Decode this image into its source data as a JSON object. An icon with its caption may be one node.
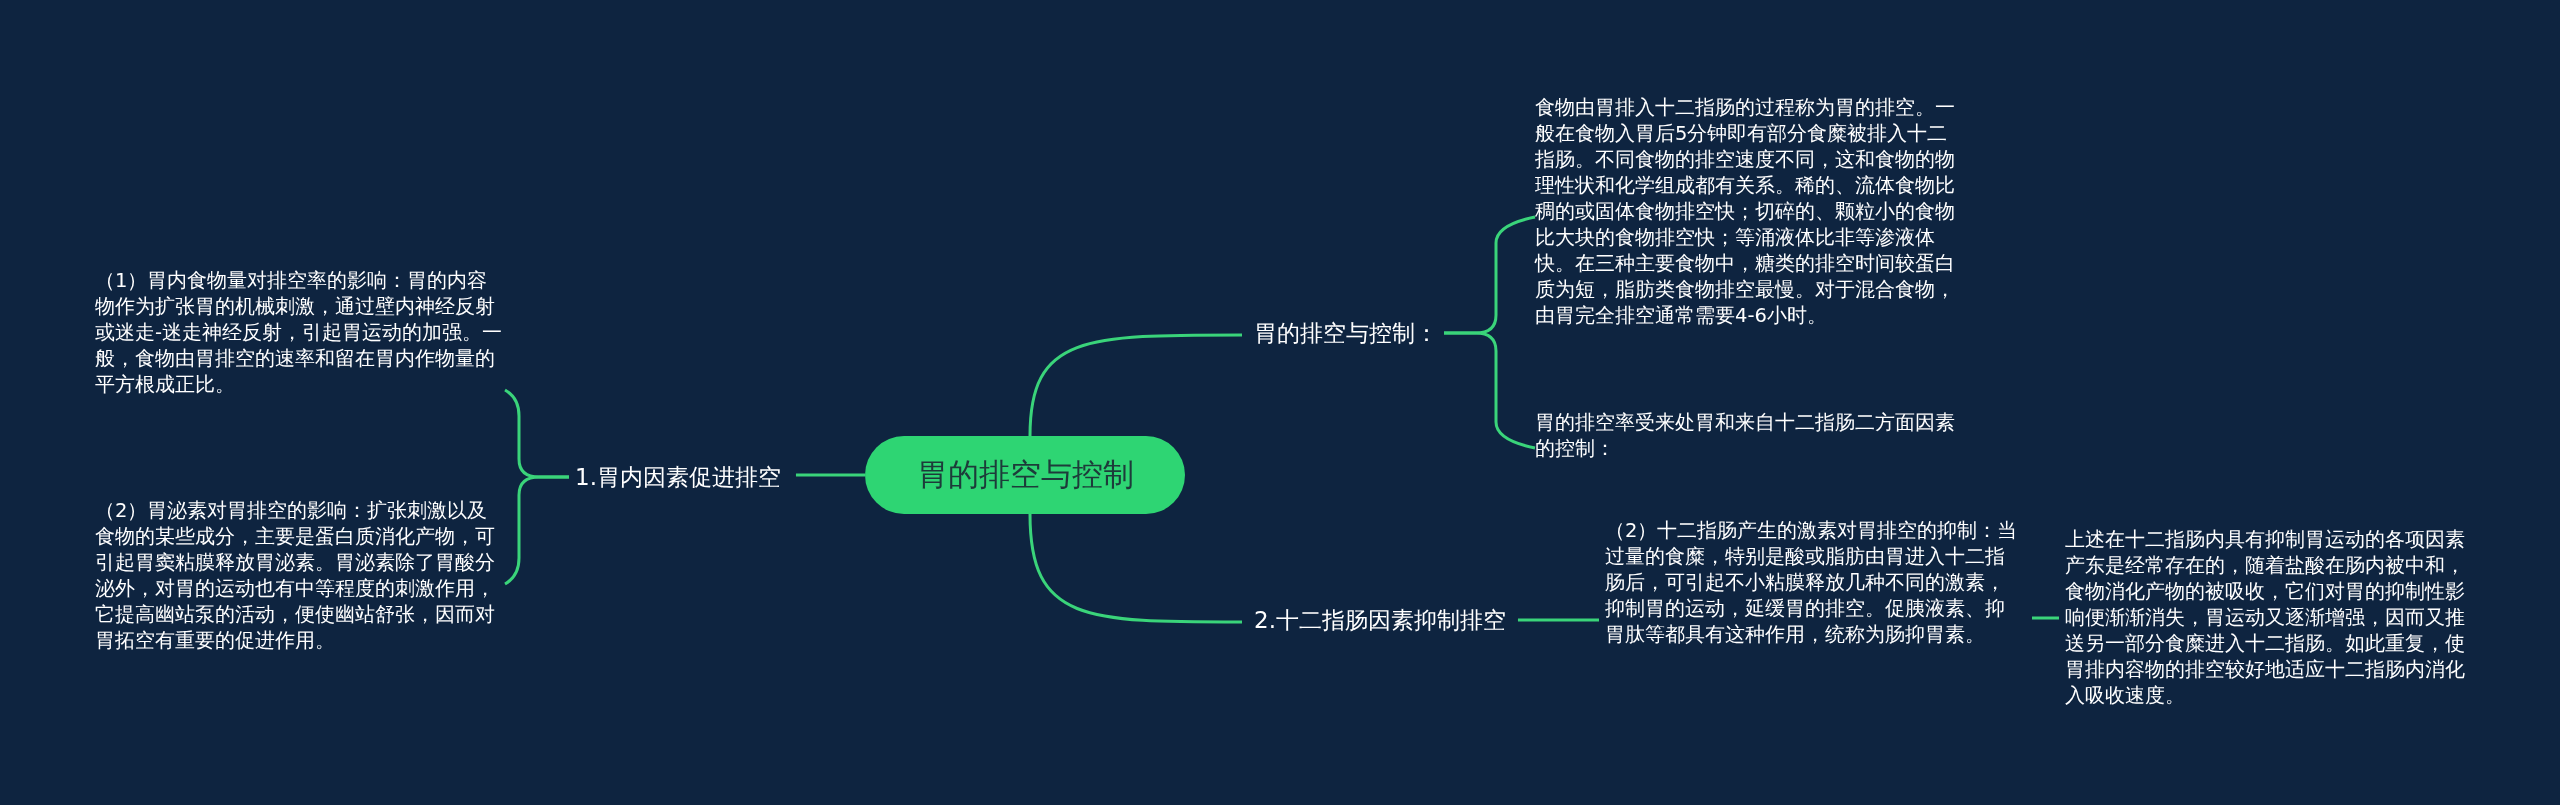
{
  "diagram": {
    "nodes": [
      {
        "text": [
          "胃的排空与控制"
        ]
      },
      {
        "text": [
          "胃的排空与控制："
        ]
      },
      {
        "text": [
          "食物由胃排入十二指肠的过程称为胃的排空。一般在食物入胃后5分钟即有部分食糜被排入十二指肠。不同食物的排空速度不同，这和食物的物理性状和化学组成都有关系。稀的、流体食物比稠的或固体食物排空快；切碎的、颗粒小的食物比大块的食物排空快；等涌液体比非等渗液体快。在三种主要食物中，糖类的排空时间较蛋白质为短，脂肪类食物排空最慢。对于混合食物，由胃完全排空通常需要4-6小时。"
        ]
      },
      {
        "text": [
          "胃的排空率受来处胃和来自十二指肠二方面因素的控制："
        ]
      },
      {
        "text": [
          "1.胃内因素促进排空"
        ]
      },
      {
        "text": [
          "（1）胃内食物量对排空率的影响：胃的内容物作为扩张胃的机械刺激，通过壁内神经反射或迷走-迷走神经反射，引起胃运动的加强。一般，食物由胃排空的速率和留在胃内作物量的平方根成正比。"
        ]
      },
      {
        "text": [
          "（2）胃泌素对胃排空的影响：扩张刺激以及食物的某些成分，主要是蛋白质消化产物，可引起胃窦粘膜释放胃泌素。胃泌素除了胃酸分泌外，对胃的运动也有中等程度的刺激作用，它提高幽站泵的活动，便使幽站舒张，因而对胃拓空有重要的促进作用。"
        ]
      },
      {
        "text": [
          "2.十二指肠因素抑制排空"
        ]
      },
      {
        "text": [
          "（2）十二指肠产生的激素对胃排空的抑制：当过量的食糜，特别是酸或脂肪由胃进入十二指肠后，可引起不小粘膜释放几种不同的激素，抑制胃的运动，延缓胃的排空。促胰液素、抑胃肽等都具有这种作用，统称为肠抑胃素。"
        ]
      },
      {
        "text": [
          "上述在十二指肠内具有抑制胃运动的各项因素产东是经常存在的，随着盐酸在肠内被中和，食物消化产物的被吸收，它们对胃的抑制性影响便渐渐消失，胃运动又逐渐增强，因而又推送另一部分食糜进入十二指肠。如此重复，使胃排内容物的排空较好地适应十二指肠内消化入吸收速度。"
        ]
      }
    ],
    "edges": [
      {
        "from": 0,
        "to": 1,
        "arrow": "none"
      },
      {
        "from": 1,
        "to": 2,
        "arrow": "none"
      },
      {
        "from": 1,
        "to": 3,
        "arrow": "none"
      },
      {
        "from": 0,
        "to": 4,
        "arrow": "none"
      },
      {
        "from": 4,
        "to": 5,
        "arrow": "none"
      },
      {
        "from": 4,
        "to": 6,
        "arrow": "none"
      },
      {
        "from": 0,
        "to": 7,
        "arrow": "none"
      },
      {
        "from": 7,
        "to": 8,
        "arrow": "none"
      },
      {
        "from": 8,
        "to": 9,
        "arrow": "none"
      }
    ]
  }
}
